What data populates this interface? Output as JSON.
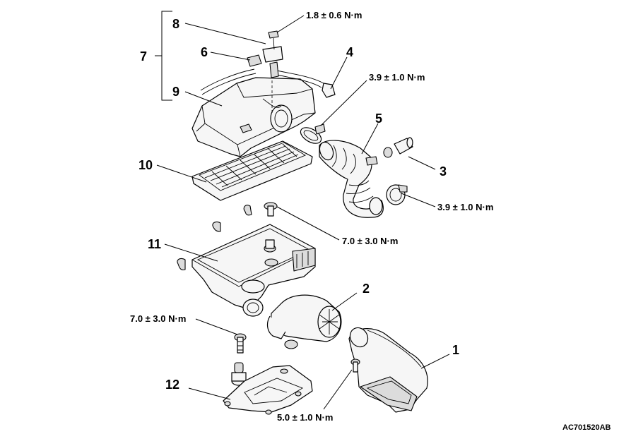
{
  "callouts": {
    "c1": "1",
    "c2": "2",
    "c3": "3",
    "c4": "4",
    "c5": "5",
    "c6": "6",
    "c7": "7",
    "c8": "8",
    "c9": "9",
    "c10": "10",
    "c11": "11",
    "c12": "12"
  },
  "torques": {
    "t_top": "1.8 ± 0.6 N·m",
    "t_clamp_upper": "3.9 ± 1.0 N·m",
    "t_clamp_lower": "3.9 ± 1.0 N·m",
    "t_case_bolt": "7.0 ± 3.0 N·m",
    "t_left_bolt": "7.0 ± 3.0 N·m",
    "t_duct_bolt": "5.0 ± 1.0 N·m"
  },
  "figure_code": "AC701520AB"
}
